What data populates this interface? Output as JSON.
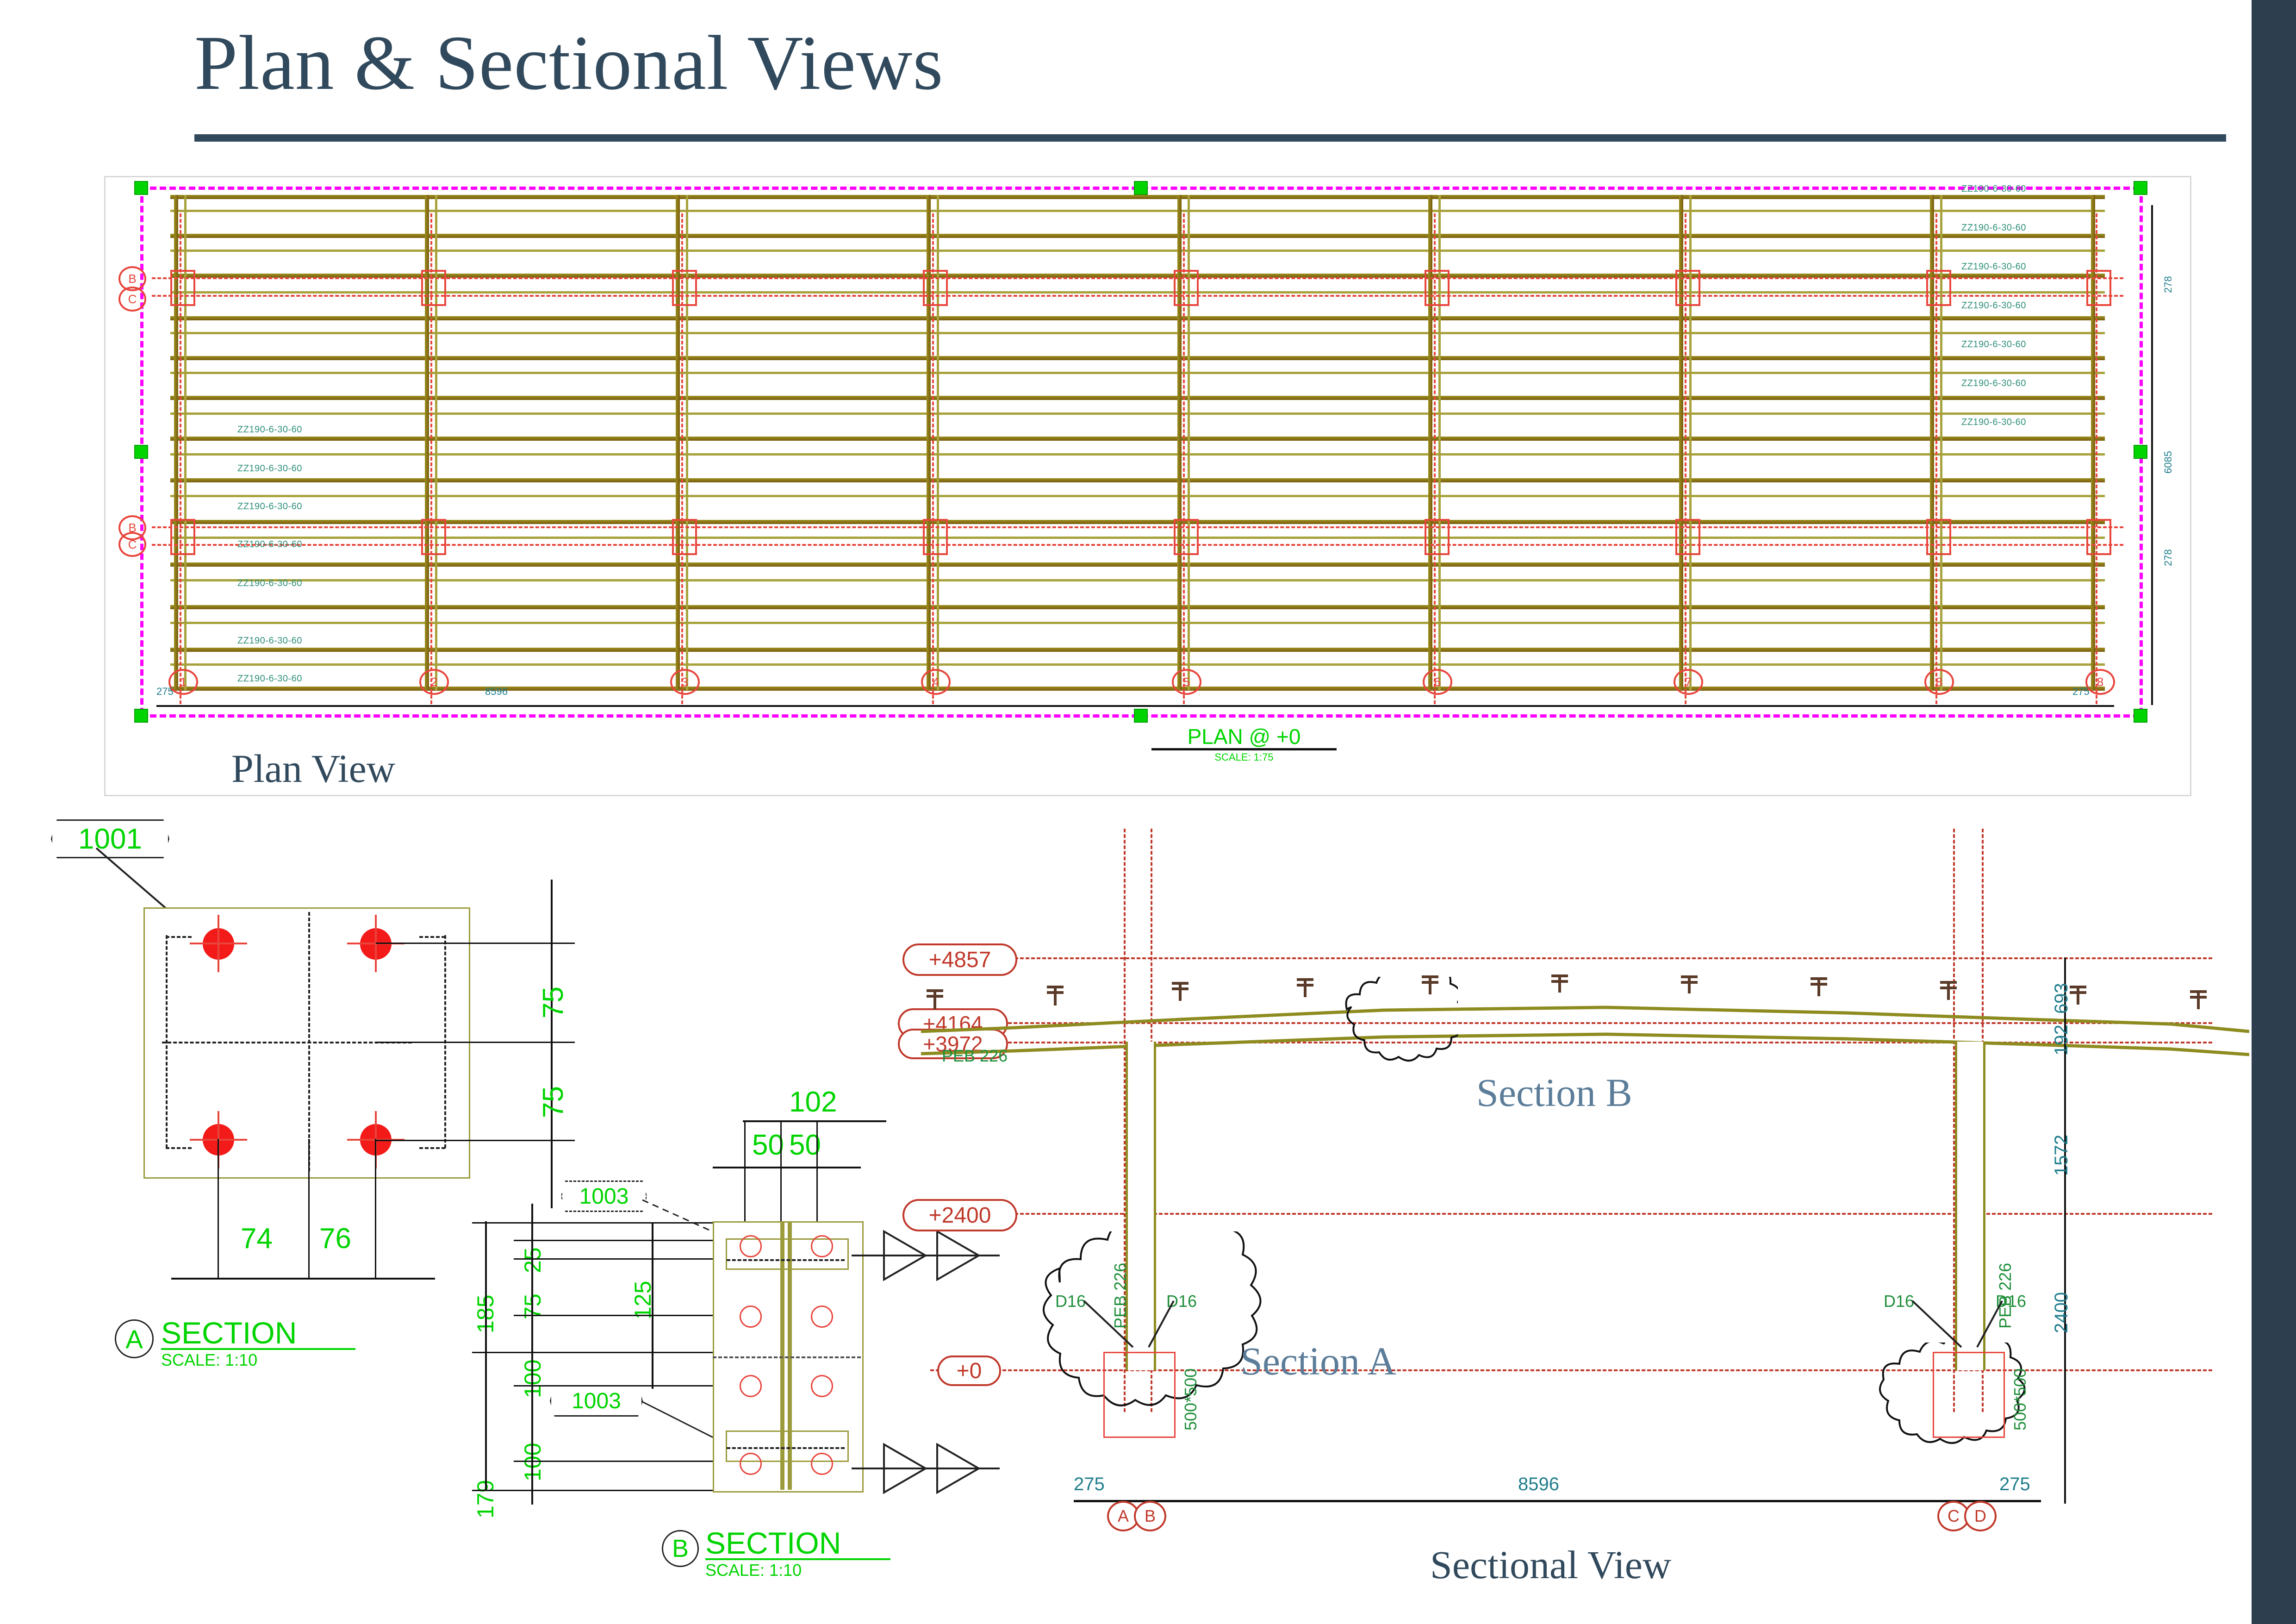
{
  "slide": {
    "title": "Plan & Sectional Views",
    "accent_color": "#31495c",
    "background_color": "#2d3e4e",
    "page_color": "#ffffff"
  },
  "captions": {
    "plan_view": "Plan View",
    "sectional_view": "Sectional View",
    "section_a": "Section A",
    "section_b": "Section B"
  },
  "plan": {
    "tag_title": "PLAN @ +0",
    "tag_scale": "SCALE: 1:75",
    "purlin_label": "ZZ190-6-30-60",
    "purlin_labels": [
      "ZZ190-6-30-60",
      "ZZ190-6-30-60",
      "ZZ190-6-30-60",
      "ZZ190-6-30-60",
      "ZZ190-6-30-60",
      "ZZ190-6-30-60",
      "ZZ190-6-30-60",
      "ZZ190-6-30-60",
      "ZZ190-6-30-60",
      "ZZ190-6-30-60",
      "ZZ190-6-30-60",
      "ZZ190-6-30-60",
      "ZZ190-6-30-60",
      "ZZ190-6-30-60"
    ],
    "grid_bubbles_left": [
      "B",
      "C"
    ],
    "grid_bubbles_bottom": [
      "1",
      "2",
      "3",
      "4",
      "5",
      "6",
      "7",
      "8"
    ],
    "right_dims": [
      "278",
      "6085",
      "278"
    ],
    "bottom_dims": [
      "275",
      "8596",
      "275"
    ]
  },
  "section_a": {
    "balloon": "1001",
    "dim_v_top": "75",
    "dim_v_bottom": "75",
    "dim_h_left": "74",
    "dim_h_right": "76",
    "letter": "A",
    "title": "SECTION",
    "scale": "SCALE: 1:10",
    "bolt_count": 4,
    "bolt_color": "#f31a1a"
  },
  "section_b": {
    "balloon_top": "1003",
    "balloon_bottom": "1003",
    "dim_total_top": "185",
    "dim_total_bottom": "179",
    "dim_25": "25",
    "dim_75": "75",
    "dim_100_a": "100",
    "dim_100_b": "100",
    "dim_125": "125",
    "dim_102": "102",
    "dim_50_a": "50",
    "dim_50_b": "50",
    "letter": "B",
    "title": "SECTION",
    "scale": "SCALE: 1:10"
  },
  "sectional": {
    "levels": [
      "+4857",
      "+4164",
      "+3972",
      "+2400",
      "+0"
    ],
    "level_4857": "+4857",
    "level_4164": "+4164",
    "level_3972": "+3972",
    "level_2400": "+2400",
    "level_0": "+0",
    "member_label": "PEB 226",
    "member_label_left": "PEB 226",
    "member_label_right": "PEB 226",
    "anchor_left_a": "D16",
    "anchor_left_b": "D16",
    "anchor_right_a": "D16",
    "anchor_right_b": "D16",
    "baseplate_left": "500*500",
    "baseplate_right": "500*500",
    "dim_v_693": "693",
    "dim_v_192": "192",
    "dim_v_1572": "1572",
    "dim_v_2400": "2400",
    "dim_h_275_left": "275",
    "dim_h_span": "8596",
    "dim_h_275_right": "275",
    "grid_left": [
      "A",
      "B"
    ],
    "grid_right": [
      "C",
      "D"
    ]
  }
}
